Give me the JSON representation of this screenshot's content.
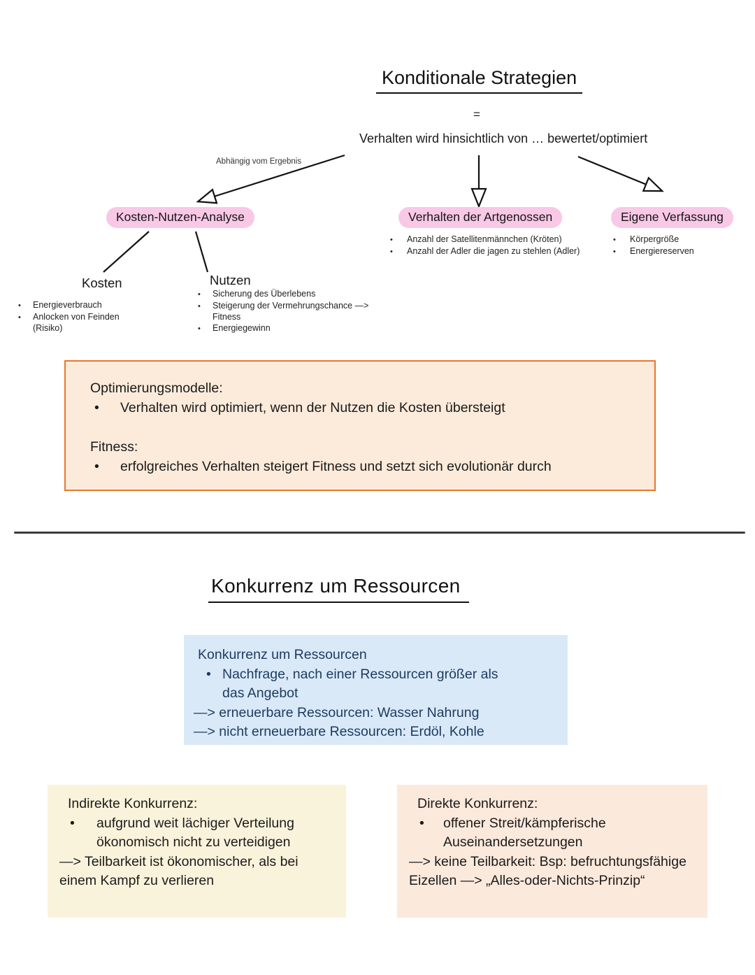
{
  "colors": {
    "node_pink": "#F8C8E6",
    "opt_box_border": "#E8772B",
    "opt_box_bg": "#FCEBDB",
    "blue_box_bg": "#D9E9F8",
    "blue_box_text": "#1D3A5F",
    "yellow_box_bg": "#FAF3DB",
    "peach_box_bg": "#FBE9DC",
    "divider": "#3B3B3B"
  },
  "section1": {
    "title": "Konditionale Strategien",
    "equals": "=",
    "definition": "Verhalten wird hinsichtlich von … bewertet/optimiert",
    "arrow_label": "Abhängig vom Ergebnis",
    "node_kosten_nutzen_analyse": "Kosten-Nutzen-Analyse",
    "node_verhalten_artgenossen": "Verhalten der Artgenossen",
    "artgenossen_bullets": [
      "Anzahl der Satellitenmännchen (Kröten)",
      "Anzahl der Adler die jagen zu stehlen (Adler)"
    ],
    "node_eigene_verfassung": "Eigene Verfassung",
    "verfassung_bullets": [
      "Körpergröße",
      "Energiereserven"
    ],
    "kosten_label": "Kosten",
    "kosten_bullets": [
      "Energieverbrauch",
      "Anlocken von Feinden (Risiko)"
    ],
    "nutzen_label": "Nutzen",
    "nutzen_bullets": [
      "Sicherung des Überlebens",
      "Steigerung der Vermehrungschance —> Fitness",
      "Energiegewinn"
    ],
    "optimierung_box": {
      "heading1": "Optimierungsmodelle:",
      "bullet1": "Verhalten wird optimiert, wenn der Nutzen die Kosten übersteigt",
      "heading2": "Fitness:",
      "bullet2": "erfolgreiches Verhalten steigert Fitness und setzt sich evolutionär durch"
    }
  },
  "section2": {
    "title": "Konkurrenz um Ressourcen",
    "blue_box": {
      "heading": "Konkurrenz um Ressourcen",
      "bullet1": "Nachfrage, nach einer Ressourcen größer als das Angebot",
      "arrow_line1": "—> erneuerbare Ressourcen: Wasser Nahrung",
      "arrow_line2": "—> nicht erneuerbare Ressourcen: Erdöl, Kohle"
    },
    "indirekte_box": {
      "heading": "Indirekte Konkurrenz:",
      "bullet1": "aufgrund weit lächiger Verteilung ökonomisch nicht zu verteidigen",
      "arrow_line1": "—> Teilbarkeit ist ökonomischer, als bei einem Kampf zu verlieren"
    },
    "direkte_box": {
      "heading": "Direkte Konkurrenz:",
      "bullet1": "offener Streit/kämpferische Auseinandersetzungen",
      "arrow_line1": "—> keine Teilbarkeit: Bsp: befruchtungsfähige Eizellen —> „Alles-oder-Nichts-Prinzip“"
    }
  }
}
